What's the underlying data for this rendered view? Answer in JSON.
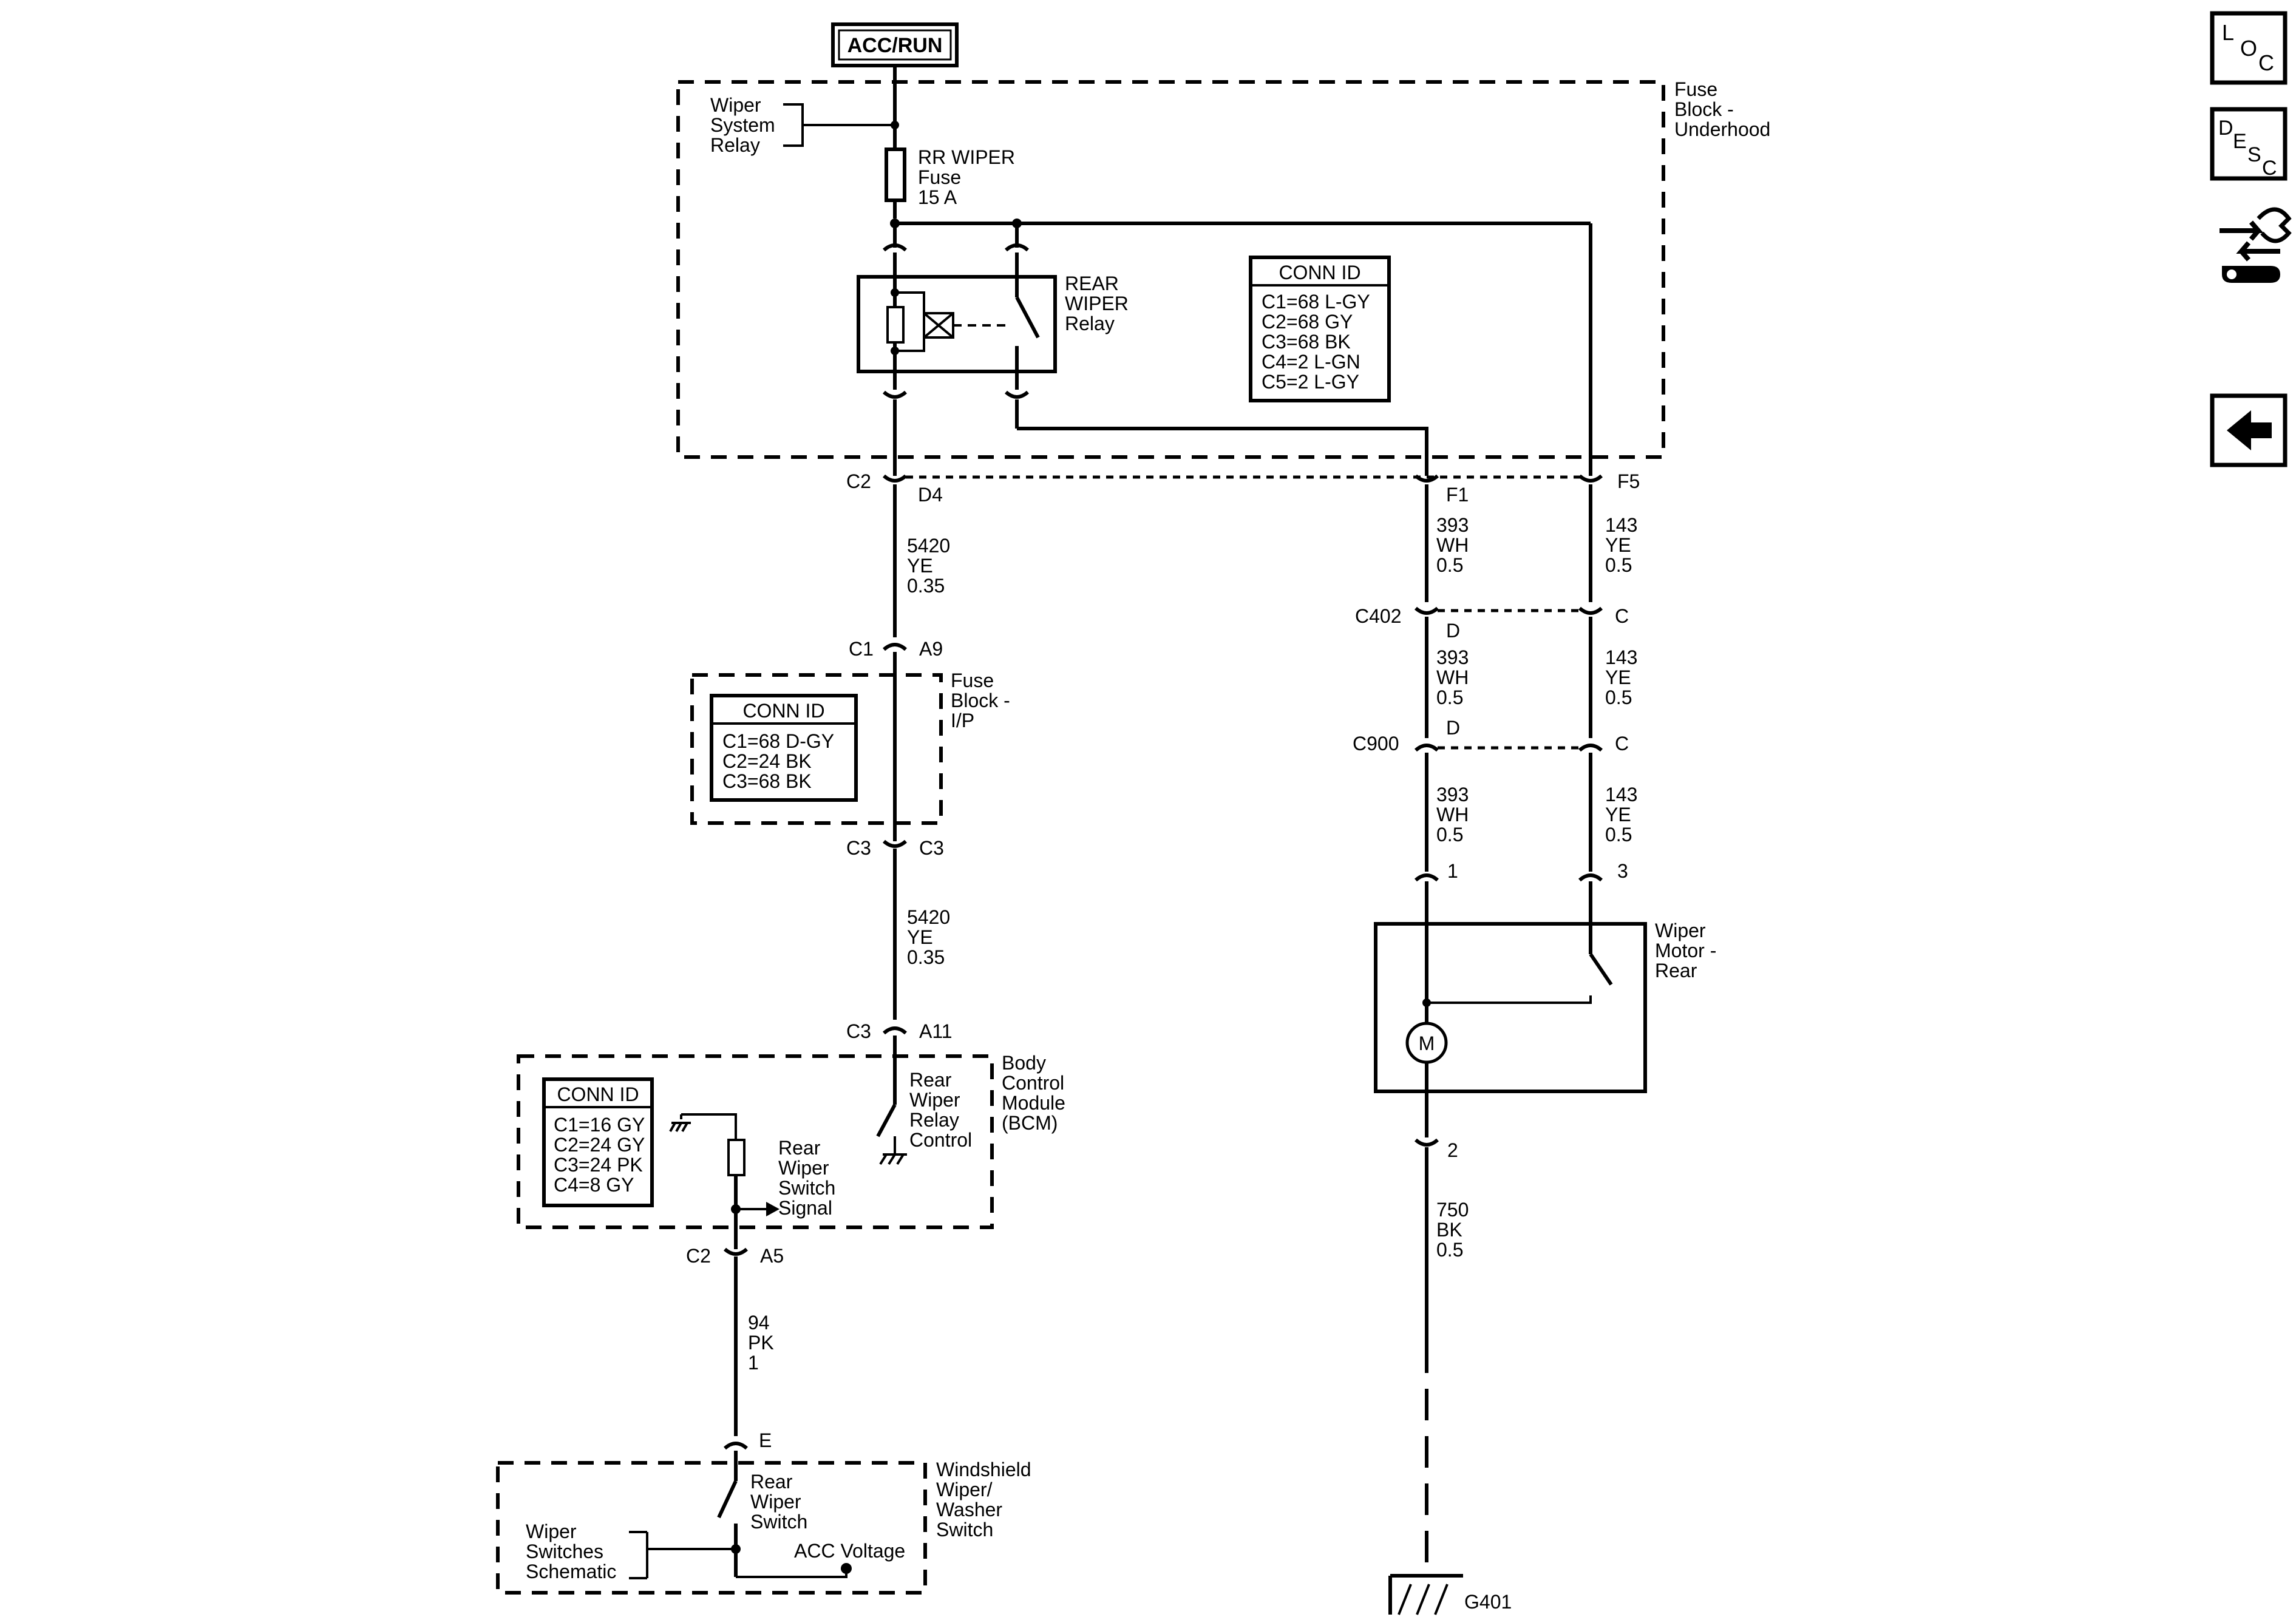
{
  "power_source": "ACC/RUN",
  "fuse_block_underhood": {
    "label": [
      "Fuse",
      "Block -",
      "Underhood"
    ],
    "wiper_system_relay": [
      "Wiper",
      "System",
      "Relay"
    ],
    "fuse": [
      "RR WIPER",
      "Fuse",
      "15 A"
    ],
    "relay": [
      "REAR",
      "WIPER",
      "Relay"
    ],
    "conn_id_title": "CONN ID",
    "conn_id_lines": [
      "C1=68 L-GY",
      "C2=68 GY",
      "C3=68 BK",
      "C4=2 L-GN",
      "C5=2 L-GY"
    ],
    "pins": {
      "c2": "C2",
      "d4": "D4",
      "f1": "F1",
      "f5": "F5"
    }
  },
  "wire_5420_upper": [
    "5420",
    "YE",
    "0.35"
  ],
  "fuse_block_ip": {
    "label": [
      "Fuse",
      "Block -",
      "I/P"
    ],
    "conn_id_title": "CONN ID",
    "conn_id_lines": [
      "C1=68 D-GY",
      "C2=24 BK",
      "C3=68 BK"
    ],
    "pins": {
      "c1": "C1",
      "a9": "A9",
      "c3a": "C3",
      "c3b": "C3"
    }
  },
  "wire_5420_lower": [
    "5420",
    "YE",
    "0.35"
  ],
  "bcm": {
    "label": [
      "Body",
      "Control",
      "Module",
      "(BCM)"
    ],
    "conn_id_title": "CONN ID",
    "conn_id_lines": [
      "C1=16 GY",
      "C2=24 GY",
      "C3=24 PK",
      "C4=8 GY"
    ],
    "relay_control": [
      "Rear",
      "Wiper",
      "Relay",
      "Control"
    ],
    "switch_signal": [
      "Rear",
      "Wiper",
      "Switch",
      "Signal"
    ],
    "pins": {
      "c3": "C3",
      "a11": "A11",
      "c2": "C2",
      "a5": "A5"
    }
  },
  "wire_94": [
    "94",
    "PK",
    "1"
  ],
  "windshield_switch": {
    "label": [
      "Windshield",
      "Wiper/",
      "Washer",
      "Switch"
    ],
    "pin_e": "E",
    "rear_switch": [
      "Rear",
      "Wiper",
      "Switch"
    ],
    "schematic_ref": [
      "Wiper",
      "Switches",
      "Schematic"
    ],
    "acc_voltage": "ACC Voltage"
  },
  "wire_393": [
    "393",
    "WH",
    "0.5"
  ],
  "wire_143": [
    "143",
    "YE",
    "0.5"
  ],
  "connectors": {
    "c402": "C402",
    "c402_d": "D",
    "c402_c": "C",
    "c900": "C900",
    "c900_d": "D",
    "c900_c": "C"
  },
  "wiper_motor": {
    "label": [
      "Wiper",
      "Motor -",
      "Rear"
    ],
    "pin1": "1",
    "pin3": "3",
    "pin2": "2",
    "motor_symbol": "M"
  },
  "wire_750": [
    "750",
    "BK",
    "0.5"
  ],
  "ground": "G401",
  "nav": {
    "loc": [
      "L",
      "O",
      "C"
    ],
    "desc": [
      "D",
      "E",
      "S",
      "C"
    ],
    "diag_icon": "wrench-arrows-icon",
    "back_icon": "back-arrow-icon"
  }
}
